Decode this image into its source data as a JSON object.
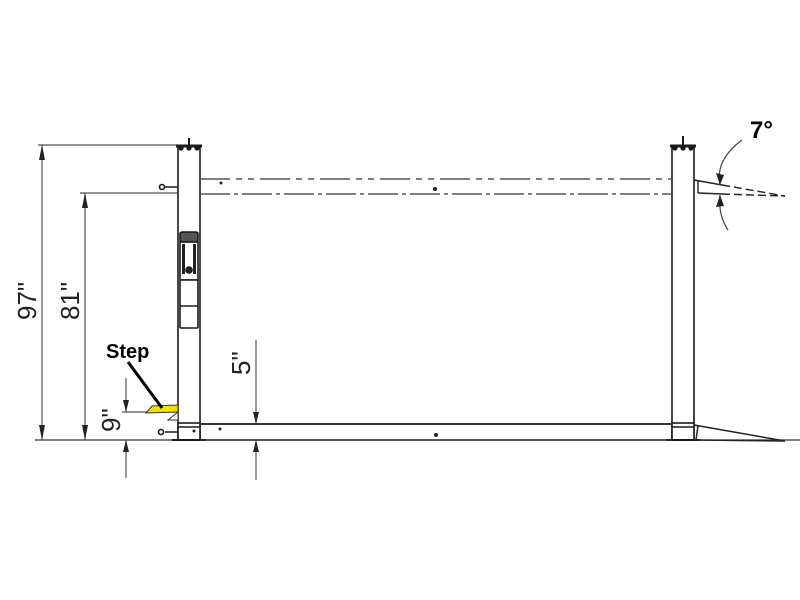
{
  "diagram": {
    "subject": "Four-post lift side elevation with dimensions",
    "dimensions": {
      "overall_height": "97\"",
      "runway_height": "81\"",
      "step_height": "9\"",
      "runway_lowered_height": "5\"",
      "ramp_angle": "7°"
    },
    "labels": {
      "step": "Step"
    },
    "colors": {
      "line": "#1a1a1a",
      "dim_line": "#555555",
      "step_highlight": "#f2e200",
      "background": "#ffffff"
    }
  }
}
